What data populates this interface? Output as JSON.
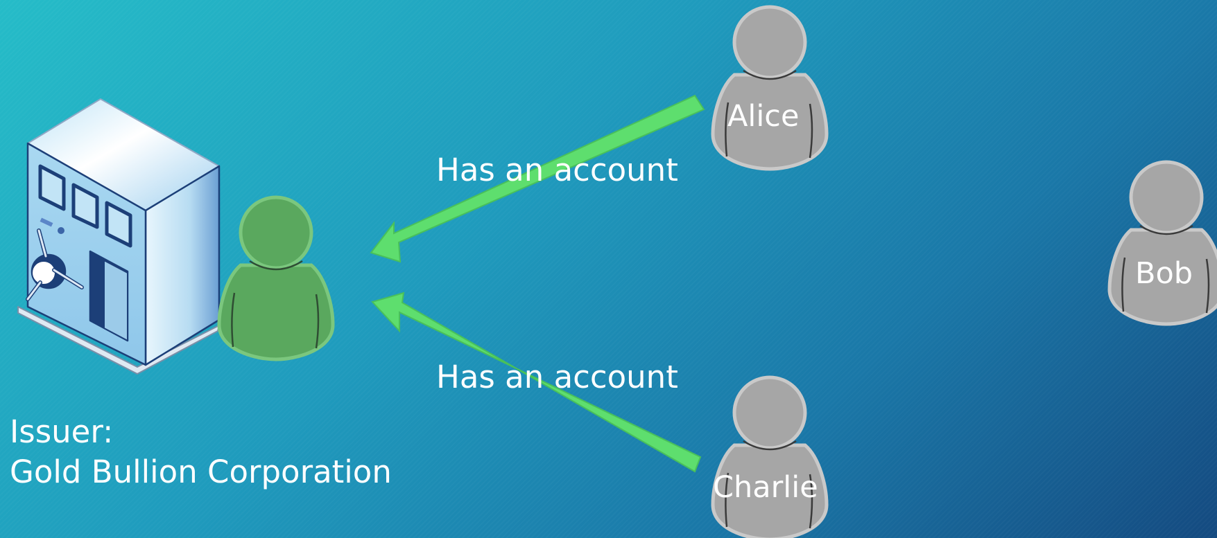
{
  "diagram": {
    "issuer": {
      "caption_line1": "Issuer:",
      "caption_line2": "Gold Bullion Corporation"
    },
    "people": {
      "alice": "Alice",
      "bob": "Bob",
      "charlie": "Charlie"
    },
    "relations": {
      "top_label": "Has an account",
      "bottom_label": "Has an account"
    },
    "colors": {
      "arrow": "#5ede6e",
      "issuer_person": "#5aa85e",
      "user_person": "#a6a6a6",
      "background_start": "#25bcc8",
      "background_end": "#144a80"
    }
  }
}
